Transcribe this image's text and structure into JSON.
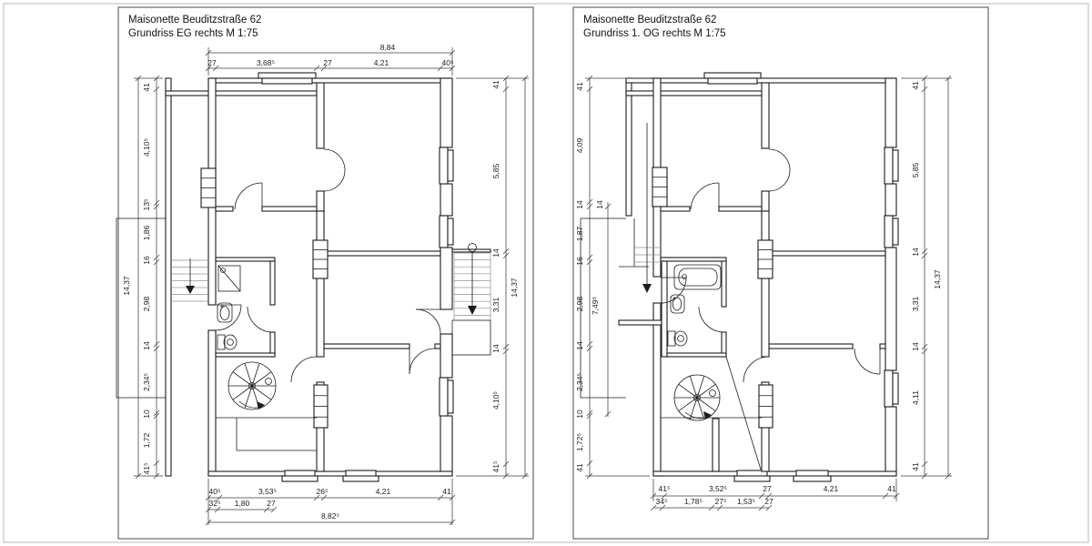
{
  "sheet": {
    "panels": [
      {
        "title_line1": "Maisonette Beuditzstraße 62",
        "title_line2": "Grundriss EG rechts M 1:75",
        "dims": {
          "top_overall": "8,84",
          "top": [
            "27",
            "3,68⁵",
            "27",
            "4,21",
            "40⁵"
          ],
          "left_overall": "14,37",
          "left": [
            "41",
            "4,10⁵",
            "13⁵",
            "1,86",
            "16",
            "2,98",
            "14",
            "2,34⁵",
            "10",
            "1,72",
            "41⁵"
          ],
          "right_overall": "14,37",
          "right": [
            "41",
            "5,85",
            "14",
            "3,31",
            "14",
            "4,10⁵",
            "41⁵"
          ],
          "bottom_row1": [
            "40⁵",
            "3,53⁵",
            "26⁵",
            "4,21",
            "41"
          ],
          "bottom_row2": [
            "32⁵",
            "1,80",
            "27"
          ],
          "bottom_overall": "8,82⁵"
        }
      },
      {
        "title_line1": "Maisonette Beuditzstraße 62",
        "title_line2": "Grundriss 1. OG rechts M 1:75",
        "dims": {
          "left": [
            "41",
            "4,09",
            "14",
            "1,87",
            "16",
            "2,98",
            "14",
            "2,34⁵",
            "10",
            "1,72⁵",
            "41"
          ],
          "left_inner": [
            "14",
            "7,49⁵"
          ],
          "right_overall": "14,37",
          "right": [
            "41",
            "5,85",
            "14",
            "3,31",
            "14",
            "4,11",
            "41"
          ],
          "bottom_row1": [
            "41⁵",
            "3,52⁵",
            "27",
            "4,21",
            "41"
          ],
          "bottom_row2": [
            "34⁵",
            "1,78⁵",
            "27⁵",
            "1,53⁵",
            "27"
          ]
        }
      }
    ]
  }
}
